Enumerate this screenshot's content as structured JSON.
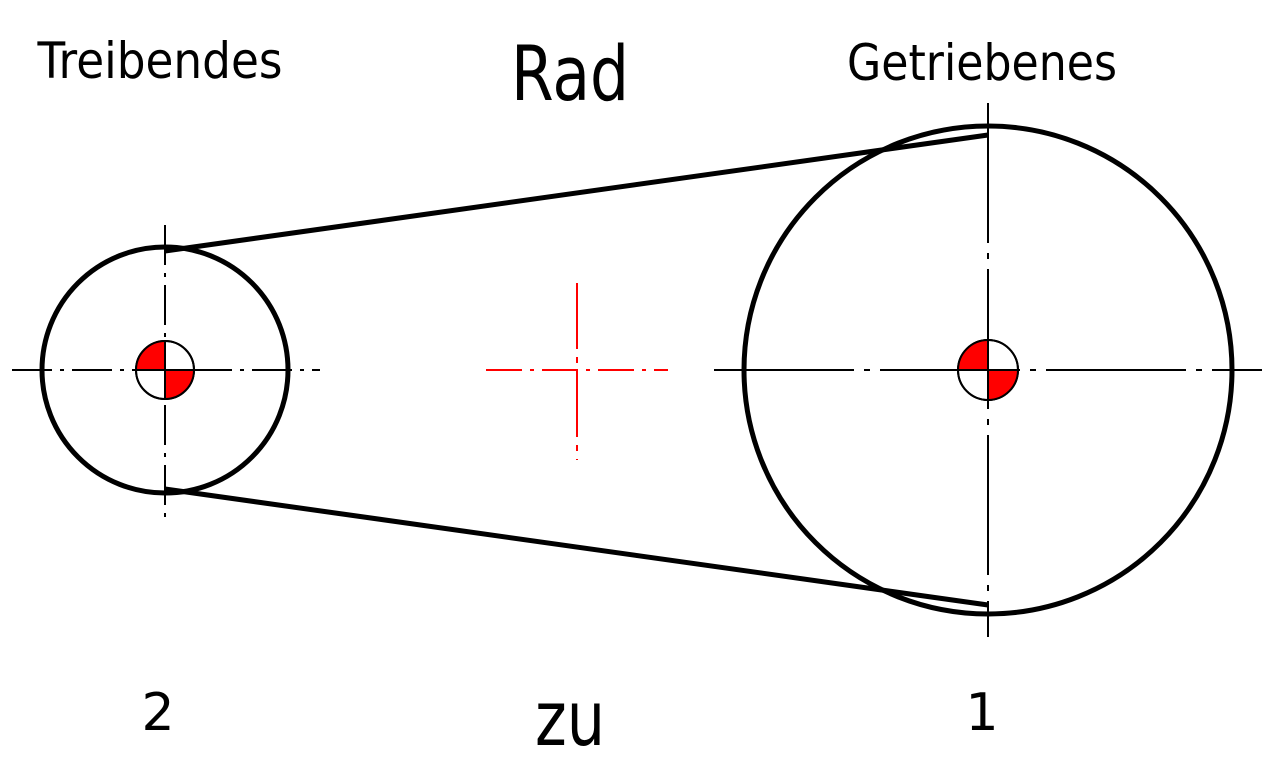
{
  "labels": {
    "driving": "Treibendes",
    "wheel": "Rad",
    "driven": "Getriebenes",
    "driving_number": "2",
    "to": "zu",
    "driven_number": "1"
  },
  "colors": {
    "line": "#000000",
    "accent": "#ff0000",
    "background": "#ffffff"
  }
}
